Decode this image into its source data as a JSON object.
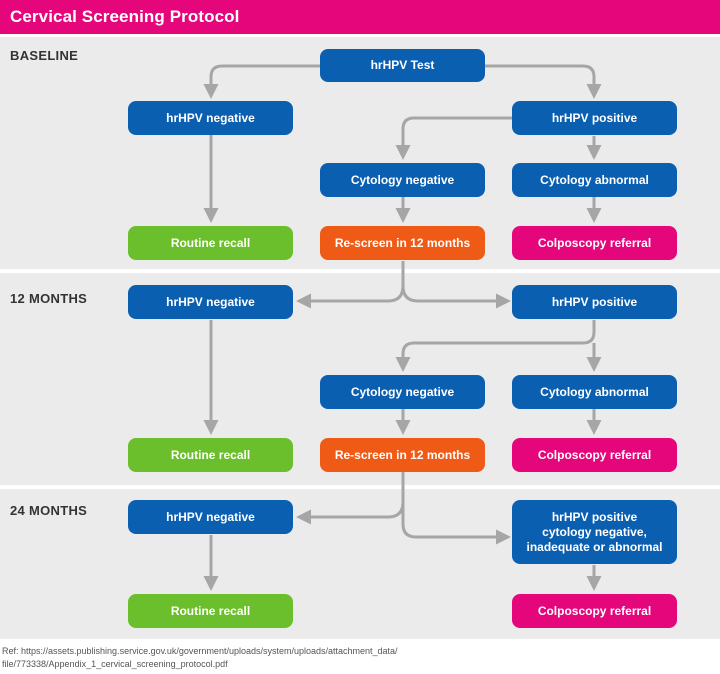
{
  "header": {
    "title": "Cervical Screening Protocol"
  },
  "sections": {
    "baseline": "BASELINE",
    "twelve_months": "12 MONTHS",
    "twentyfour_months": "24 MONTHS"
  },
  "baseline": {
    "hrhpv_test": "hrHPV Test",
    "hrhpv_negative": "hrHPV negative",
    "hrhpv_positive": "hrHPV positive",
    "cytology_negative": "Cytology negative",
    "cytology_abnormal": "Cytology abnormal",
    "routine_recall": "Routine recall",
    "rescreen": "Re-screen in 12 months",
    "colposcopy_referral": "Colposcopy referral"
  },
  "twelve": {
    "hrhpv_negative": "hrHPV negative",
    "hrhpv_positive": "hrHPV positive",
    "cytology_negative": "Cytology negative",
    "cytology_abnormal": "Cytology abnormal",
    "routine_recall": "Routine recall",
    "rescreen": "Re-screen in 12 months",
    "colposcopy_referral": "Colposcopy referral"
  },
  "twentyfour": {
    "hrhpv_negative": "hrHPV negative",
    "hrhpv_positive_line1": "hrHPV positive",
    "hrhpv_positive_line2": "cytology negative,",
    "hrhpv_positive_line3": "inadequate or abnormal",
    "routine_recall": "Routine recall",
    "colposcopy_referral": "Colposcopy referral"
  },
  "reference": {
    "line1": "Ref: https://assets.publishing.service.gov.uk/government/uploads/system/uploads/attachment_data/",
    "line2": "file/773338/Appendix_1_cervical_screening_protocol.pdf"
  },
  "colors": {
    "brand_pink": "#e5067c",
    "blue": "#0b5fb1",
    "green": "#6cbf2c",
    "orange": "#ef5a17",
    "arrow_gray": "#a6a6a6",
    "section_bg": "#ebebeb"
  }
}
